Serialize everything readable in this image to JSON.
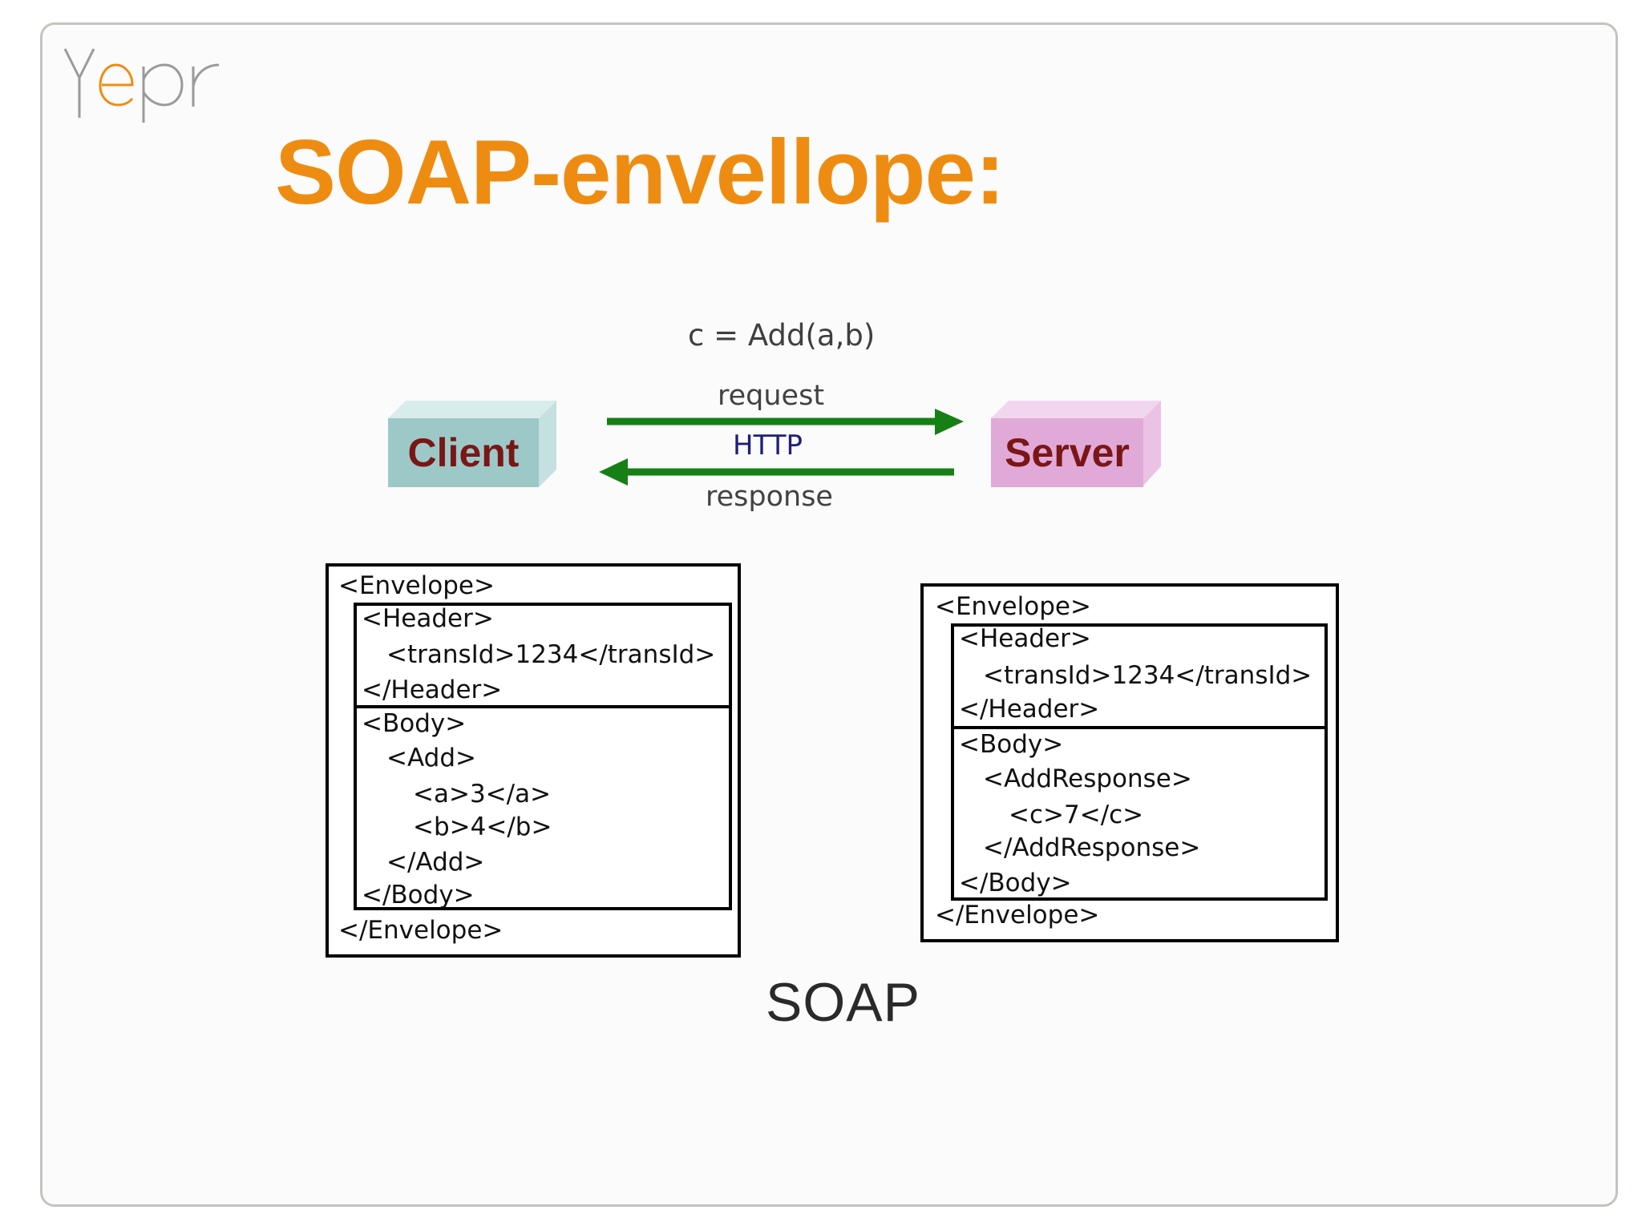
{
  "slide": {
    "logo_text": "yepr",
    "title": "SOAP-envellope:",
    "accent_color": "#ee8c12"
  },
  "diagram": {
    "formula": "c = Add(a,b)",
    "request_label": "request",
    "protocol_label": "HTTP",
    "response_label": "response",
    "client_label": "Client",
    "server_label": "Server",
    "arrow_color": "#168016",
    "caption": "SOAP"
  },
  "request_envelope": {
    "lines": [
      "<Envelope>",
      "<Header>",
      "<transId>1234</transId>",
      "</Header>",
      "<Body>",
      "<Add>",
      "<a>3</a>",
      "<b>4</b>",
      "</Add>",
      "</Body>",
      "</Envelope>"
    ]
  },
  "response_envelope": {
    "lines": [
      "<Envelope>",
      "<Header>",
      "<transId>1234</transId>",
      "</Header>",
      "<Body>",
      "<AddResponse>",
      "<c>7</c>",
      "</AddResponse>",
      "</Body>",
      "</Envelope>"
    ]
  }
}
